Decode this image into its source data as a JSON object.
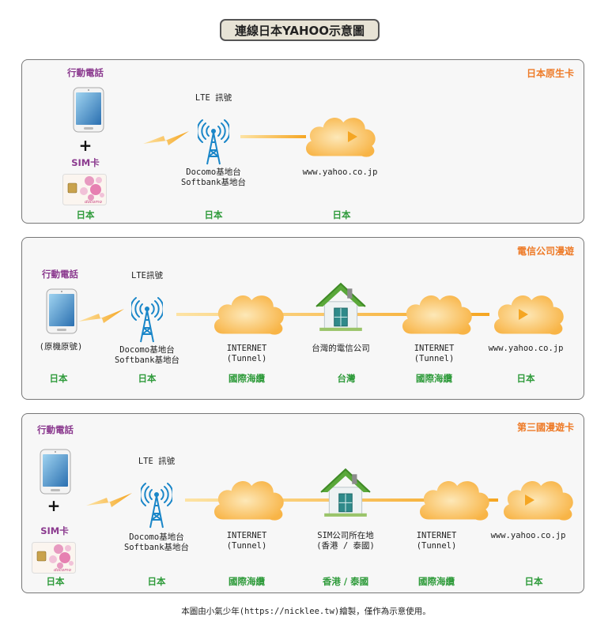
{
  "title": "連線日本YAHOO示意圖",
  "panel1": {
    "tag": "日本原生卡",
    "phone_label": "行動電話",
    "plus": "+",
    "sim_label": "SIM卡",
    "sim_brand": "docomo",
    "lte_label": "LTE 訊號",
    "tower_line1": "Docomo基地台",
    "tower_line2": "Softbank基地台",
    "site": "www.yahoo.co.jp",
    "loc_phone": "日本",
    "loc_tower": "日本",
    "loc_site": "日本"
  },
  "panel2": {
    "tag": "電信公司漫遊",
    "phone_label": "行動電話",
    "phone_sub": "(原機原號)",
    "lte_label": "LTE訊號",
    "tower_line1": "Docomo基地台",
    "tower_line2": "Softbank基地台",
    "inet1_line1": "INTERNET",
    "inet1_line2": "(Tunnel)",
    "house_label": "台灣的電信公司",
    "inet2_line1": "INTERNET",
    "inet2_line2": "(Tunnel)",
    "site": "www.yahoo.co.jp",
    "loc_phone": "日本",
    "loc_tower": "日本",
    "loc_inet1": "國際海纜",
    "loc_house": "台灣",
    "loc_inet2": "國際海纜",
    "loc_site": "日本"
  },
  "panel3": {
    "tag": "第三國漫遊卡",
    "phone_label": "行動電話",
    "plus": "+",
    "sim_label": "SIM卡",
    "sim_brand": "docomo",
    "lte_label": "LTE 訊號",
    "tower_line1": "Docomo基地台",
    "tower_line2": "Softbank基地台",
    "inet1_line1": "INTERNET",
    "inet1_line2": "(Tunnel)",
    "house_line1": "SIM公司所在地",
    "house_line2": "(香港 / 泰國)",
    "inet2_line1": "INTERNET",
    "inet2_line2": "(Tunnel)",
    "site": "www.yahoo.co.jp",
    "loc_phone": "日本",
    "loc_tower": "日本",
    "loc_inet1": "國際海纜",
    "loc_house": "香港 / 泰國",
    "loc_inet2": "國際海纜",
    "loc_site": "日本"
  },
  "footer": "本圖由小氣少年(https://nicklee.tw)繪製，僅作為示意使用。",
  "colors": {
    "tag": "#ee7b28",
    "green": "#2f9b3b",
    "purple": "#8b3a8f",
    "arrow": "#f6b530",
    "tower": "#1a86c8",
    "roof": "#5aa83a",
    "cloud": "#fbc875"
  }
}
